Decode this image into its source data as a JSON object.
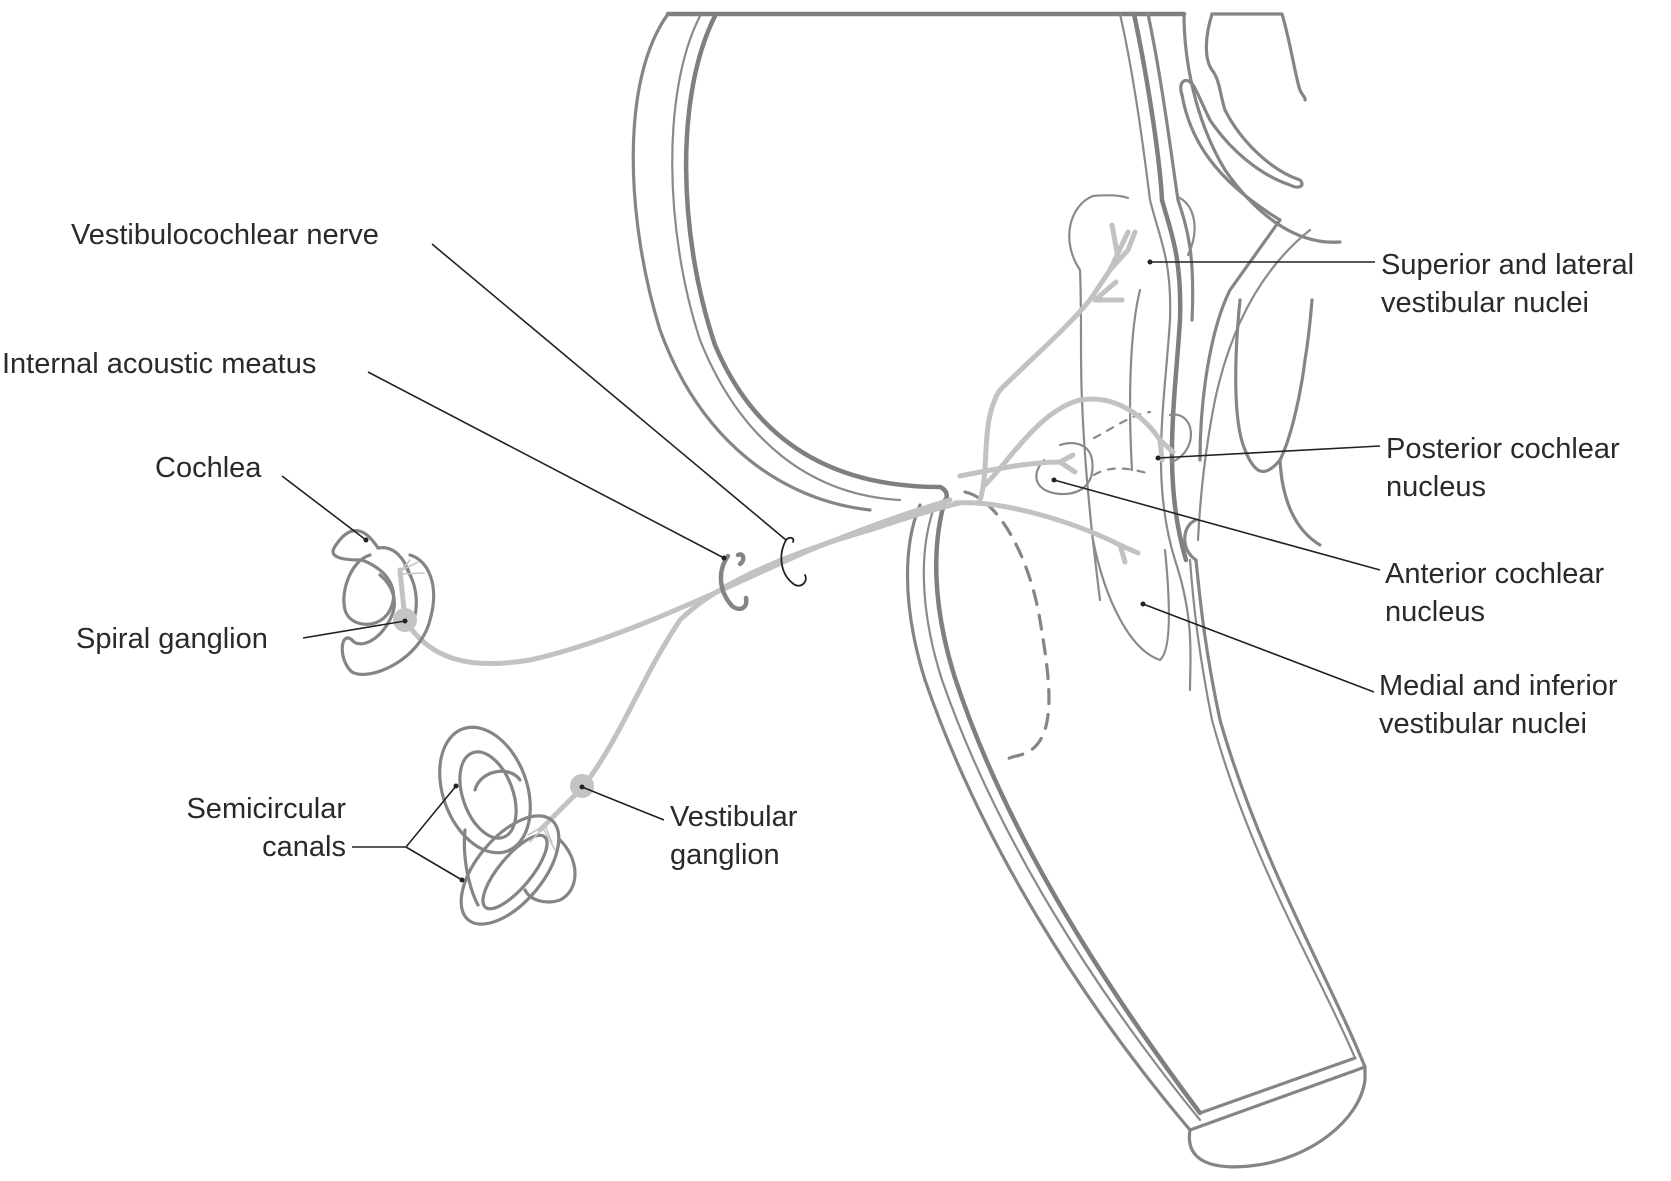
{
  "figure": {
    "subject": "Vestibulocochlear nerve pathway from inner ear to brainstem nuclei",
    "colors": {
      "outline": "#858585",
      "nerve": "#c2c2c2",
      "label_text": "#2a2a2a",
      "leader_line": "#222222",
      "background": "#ffffff"
    }
  },
  "labels": {
    "vestibulocochlear_nerve": "Vestibulocochlear nerve",
    "internal_acoustic_meatus": "Internal acoustic meatus",
    "cochlea": "Cochlea",
    "spiral_ganglion": "Spiral ganglion",
    "semicircular_canals": [
      "Semicircular",
      "canals"
    ],
    "vestibular_ganglion": [
      "Vestibular",
      "ganglion"
    ],
    "superior_lateral_vestibular_nuclei": [
      "Superior and lateral",
      "vestibular nuclei"
    ],
    "posterior_cochlear_nucleus": [
      "Posterior cochlear",
      "nucleus"
    ],
    "anterior_cochlear_nucleus": [
      "Anterior cochlear",
      "nucleus"
    ],
    "medial_inferior_vestibular_nuclei": [
      "Medial and inferior",
      "vestibular nuclei"
    ]
  }
}
